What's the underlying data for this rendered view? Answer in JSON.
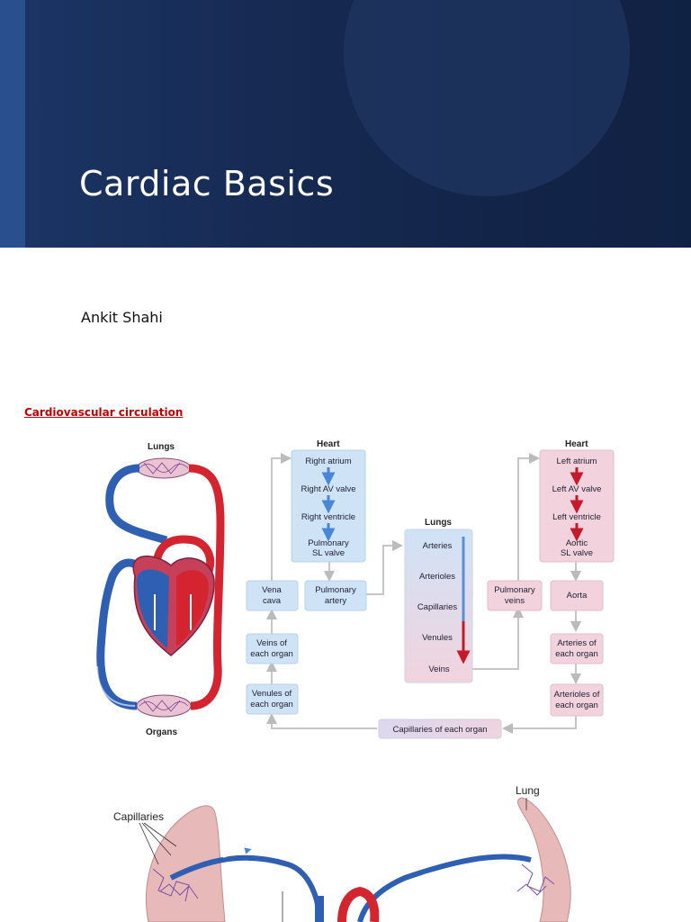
{
  "slide": {
    "title": "Cardiac Basics",
    "author": "Ankit Shahi",
    "section_heading": "Cardiovascular circulation"
  },
  "diagram": {
    "label_lungs_left": "Lungs",
    "label_organs": "Organs",
    "heart_left_header": "Heart",
    "heart_right_header": "Heart",
    "right_heart": [
      "Right atrium",
      "Right AV valve",
      "Right ventricle",
      "Pulmonary",
      "SL valve"
    ],
    "left_heart": [
      "Left atrium",
      "Left AV valve",
      "Left ventricle",
      "Aortic",
      "SL valve"
    ],
    "vena_cava": [
      "Vena",
      "cava"
    ],
    "pulmonary_artery": [
      "Pulmonary",
      "artery"
    ],
    "veins_of_each_organ": [
      "Veins of",
      "each organ"
    ],
    "venules_of_each_organ": [
      "Venules of",
      "each organ"
    ],
    "lungs_header": "Lungs",
    "lungs_items": [
      "Arteries",
      "Arterioles",
      "Capillaries",
      "Venules",
      "Veins"
    ],
    "pulmonary_veins": [
      "Pulmonary",
      "veins"
    ],
    "aorta": "Aorta",
    "arteries_of_each_organ": [
      "Arteries of",
      "each organ"
    ],
    "arterioles_of_each_organ": [
      "Arterioles of",
      "each organ"
    ],
    "capillaries_of_each_organ": "Capillaries of each organ"
  },
  "figure2": {
    "label_capillaries": "Capillaries",
    "label_lung": "Lung"
  },
  "colors": {
    "banner": "#162a52",
    "heading_red": "#c00000",
    "blue_box": "#cfe3f7",
    "pink_box": "#f2d3dd",
    "vessel_blue": "#2f5fb3",
    "vessel_red": "#d4242f"
  }
}
